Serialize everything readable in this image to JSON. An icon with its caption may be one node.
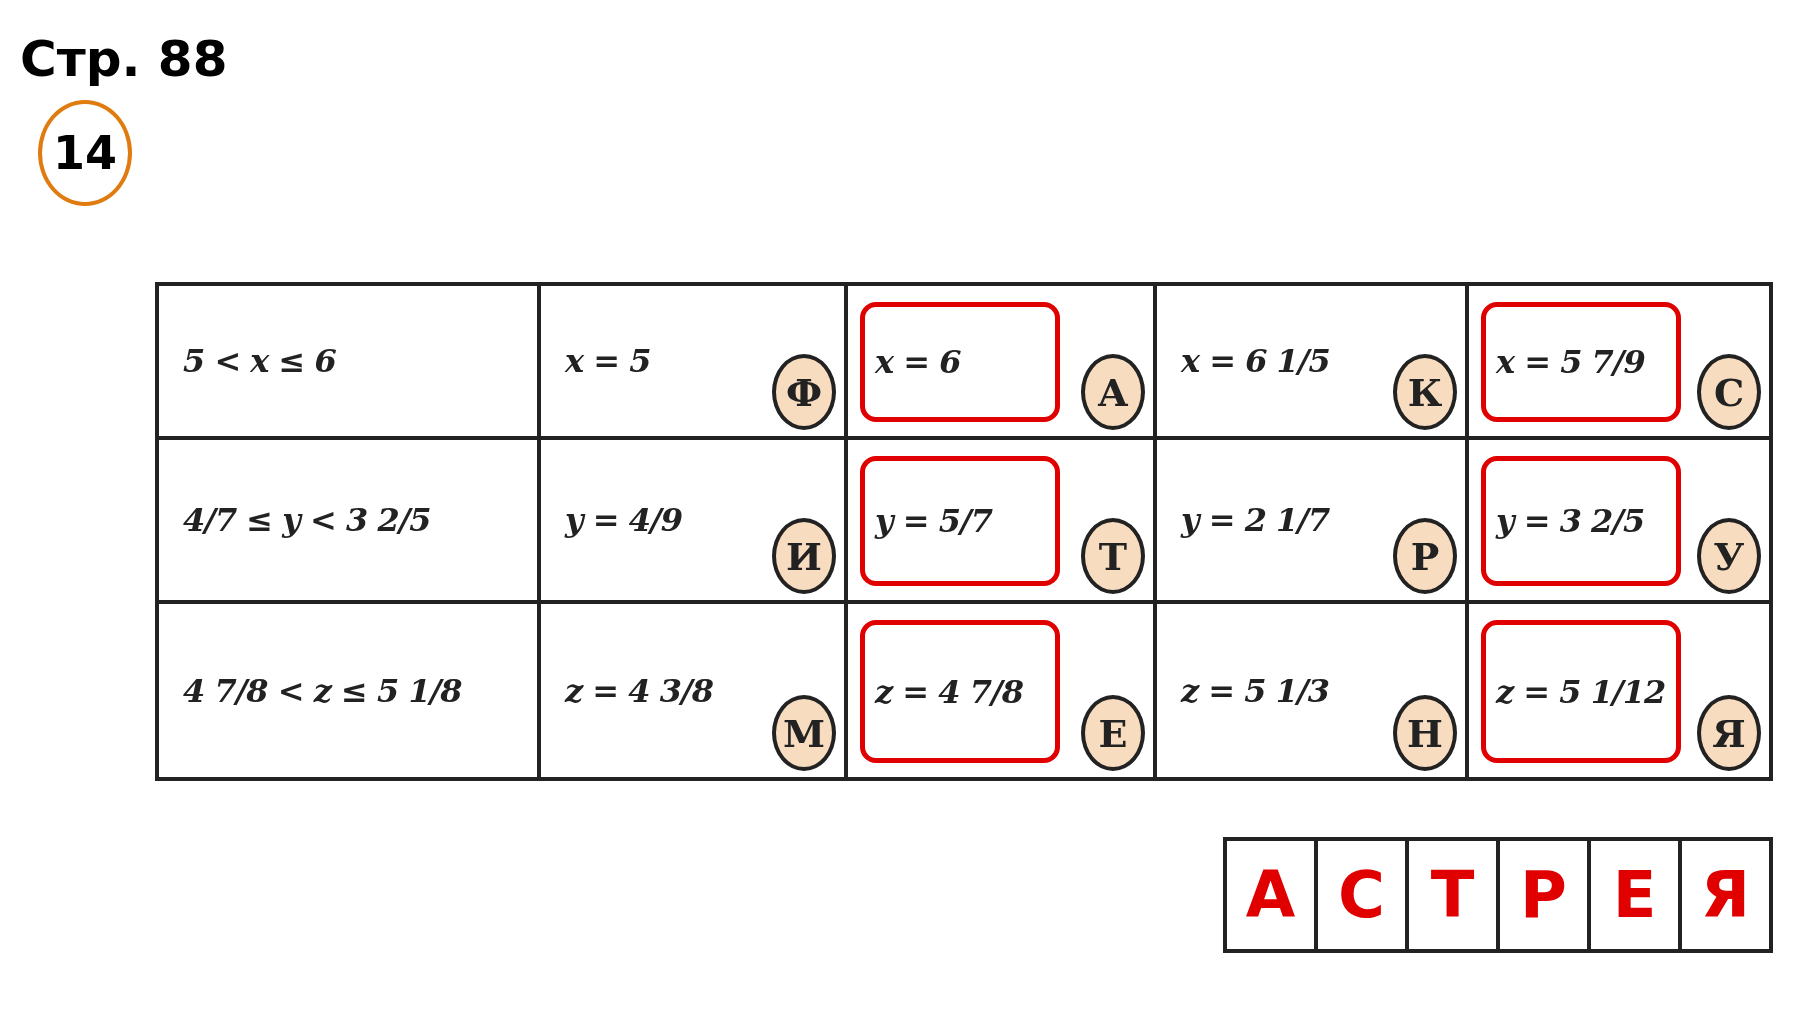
{
  "diagram": {
    "title": "Стр. 88",
    "nodes": [
      {
        "text": [
          "14"
        ]
      },
      {
        "text": [
          "Ф"
        ]
      },
      {
        "text": [
          "x = 6"
        ]
      },
      {
        "text": [
          "А"
        ]
      },
      {
        "text": [
          "К"
        ]
      },
      {
        "text": [
          "x = 5 7/9"
        ]
      },
      {
        "text": [
          "С"
        ]
      },
      {
        "text": [
          "И"
        ]
      },
      {
        "text": [
          "y = 5/7"
        ]
      },
      {
        "text": [
          "Т"
        ]
      },
      {
        "text": [
          "Р"
        ]
      },
      {
        "text": [
          "y = 3 2/5"
        ]
      },
      {
        "text": [
          "У"
        ]
      },
      {
        "text": [
          "М"
        ]
      },
      {
        "text": [
          "z = 4 7/8"
        ]
      },
      {
        "text": [
          "Е"
        ]
      },
      {
        "text": [
          "Н"
        ]
      },
      {
        "text": [
          "z = 5 1/12"
        ]
      },
      {
        "text": [
          "Я"
        ]
      }
    ],
    "labels": [
      "5 < x ≤ 6",
      "x = 5",
      "x = 6 1/5",
      "4/7 ≤ y < 3 2/5",
      "y = 4/9",
      "y = 2 1/7",
      "4 7/8 < z ≤ 5 1/8",
      "z = 4 3/8",
      "z = 5 1/3",
      "А",
      "С",
      "Т",
      "Р",
      "Е",
      "Я"
    ]
  }
}
